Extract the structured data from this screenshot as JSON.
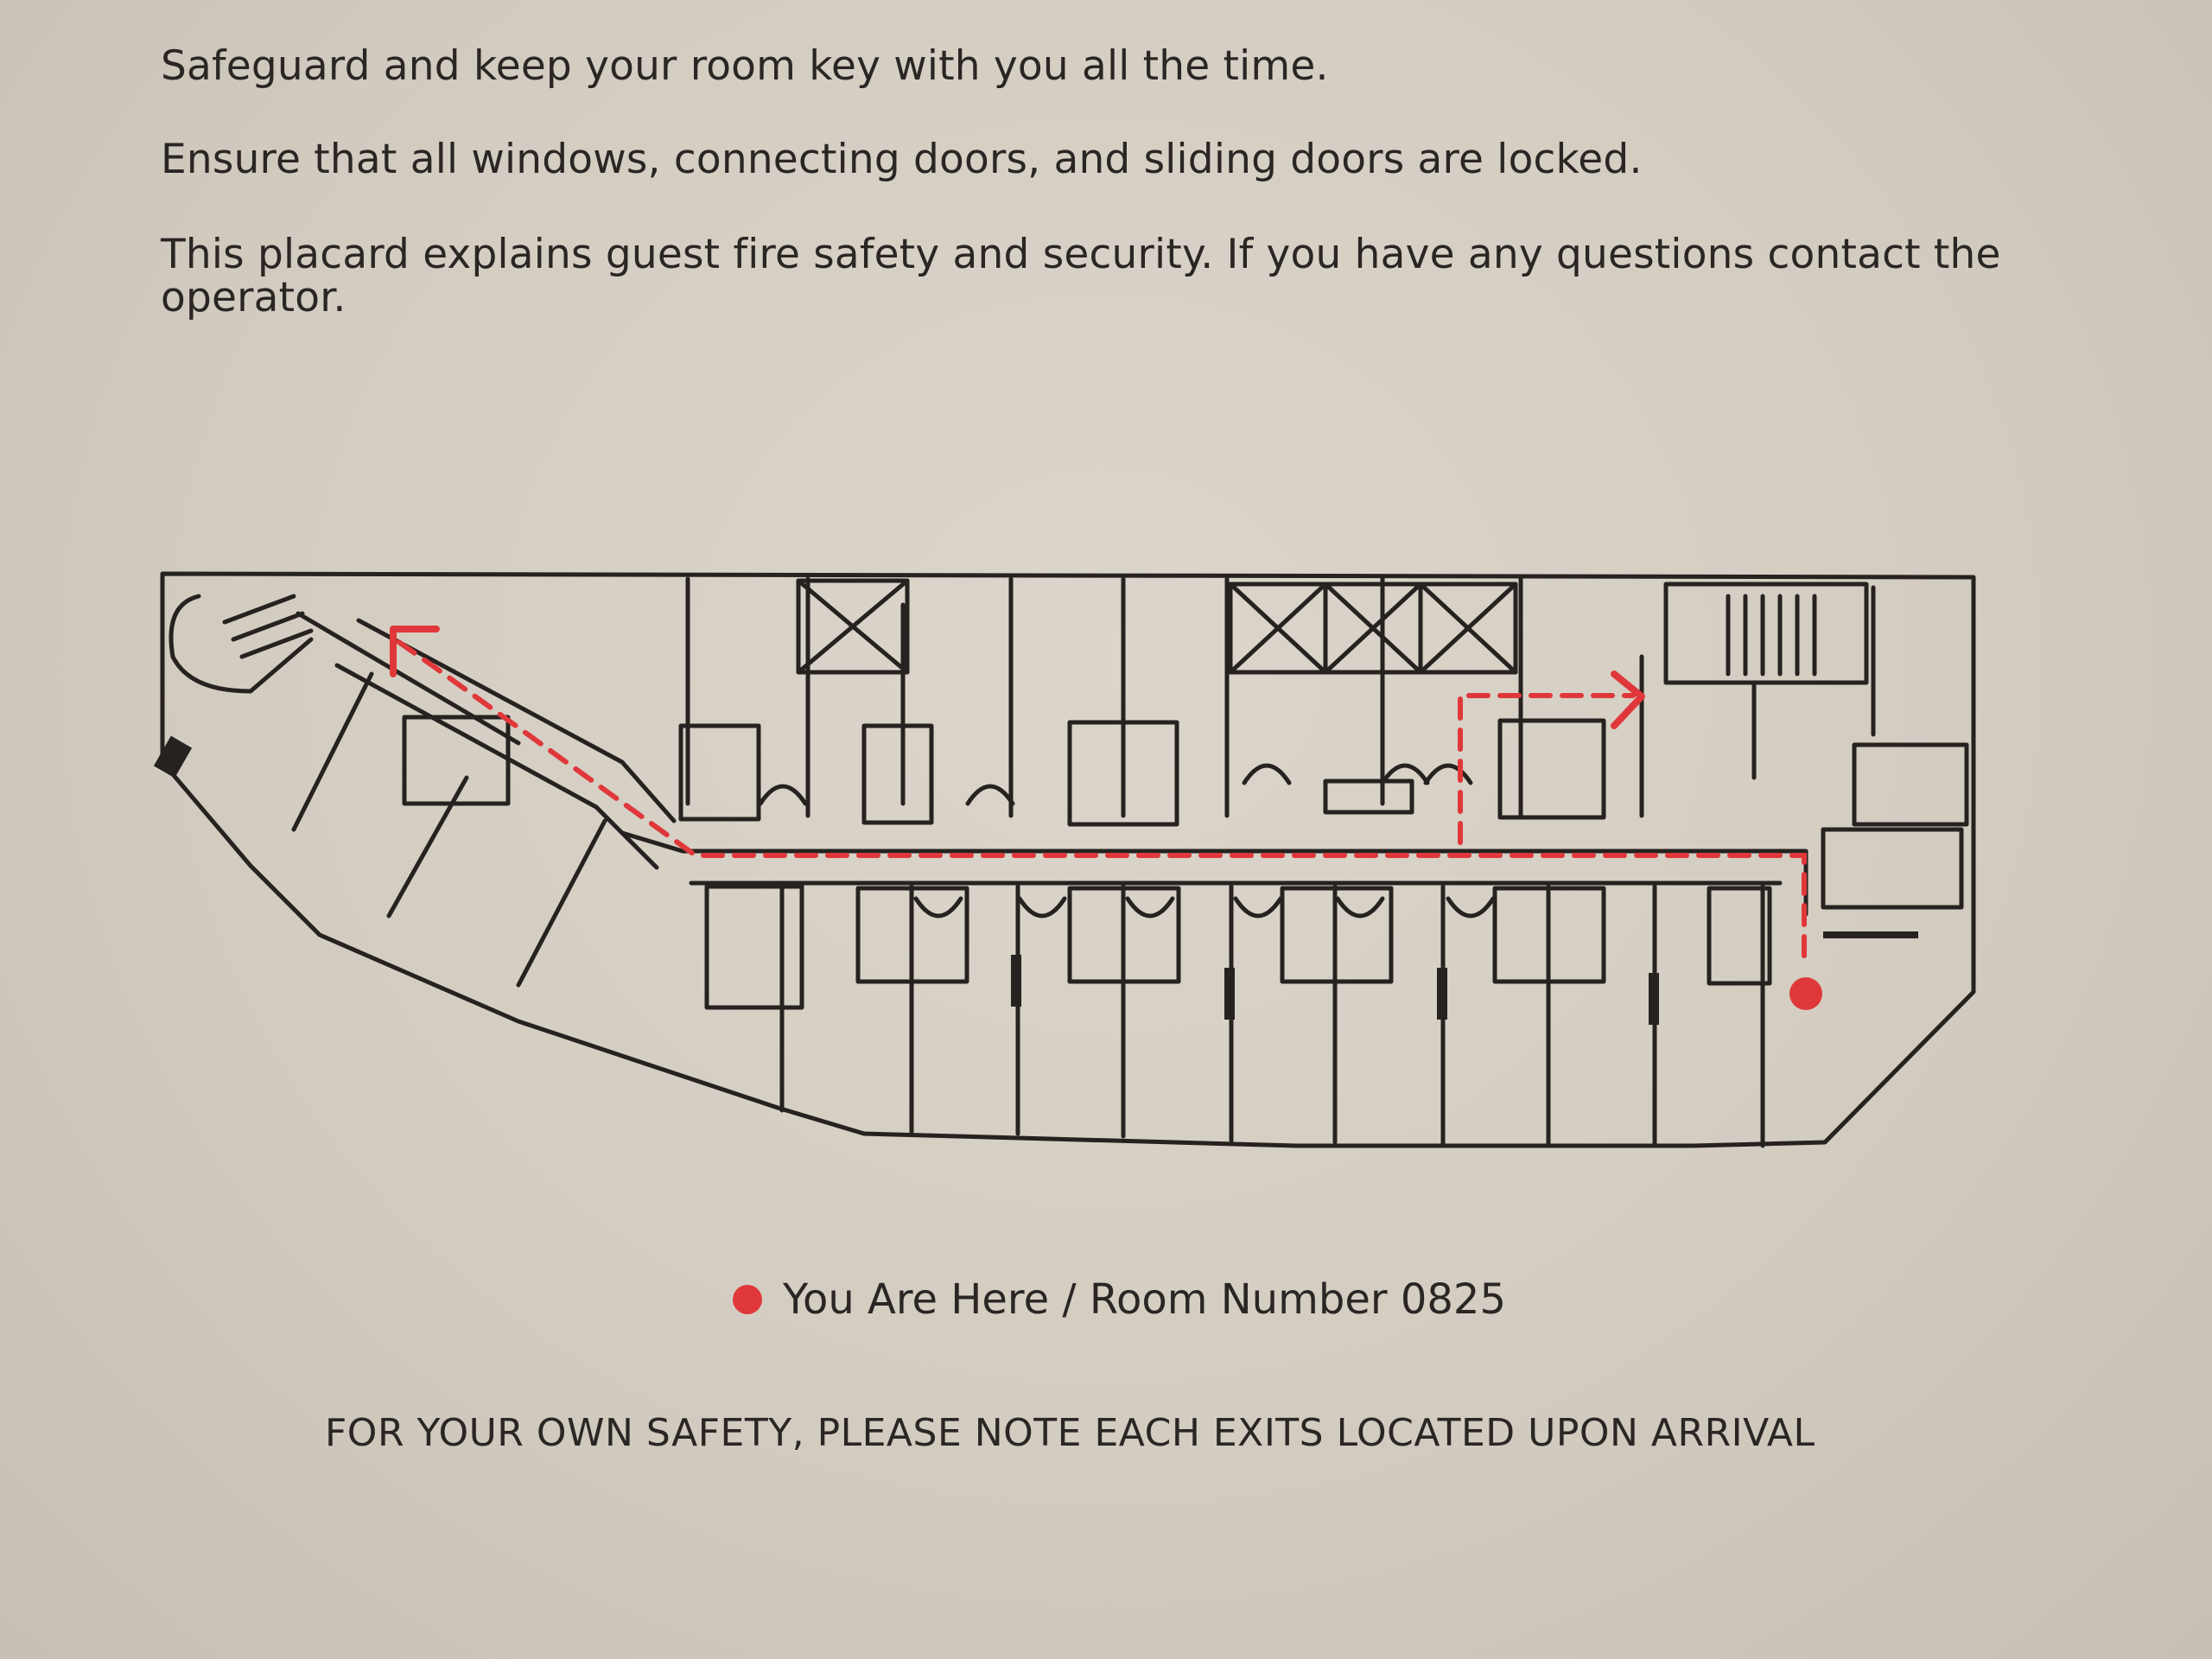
{
  "instructions": [
    "Safeguard and keep your room key with you all the time.",
    "Ensure that all windows, connecting doors, and sliding doors are locked.",
    "This placard explains guest fire safety and security. If you have any questions contact the operator."
  ],
  "legend": {
    "label": "You Are Here / Room Number 0825",
    "marker_color": "#e0383a"
  },
  "footer": {
    "note": "FOR YOUR OWN SAFETY, PLEASE NOTE EACH EXITS LOCATED UPON ARRIVAL"
  },
  "colors": {
    "wall": "#262220",
    "evacuation_route": "#e0383a",
    "paper": "#d8d1c6"
  },
  "icons": {
    "location_marker": "red-dot",
    "exit_arrow": "red-arrow"
  }
}
